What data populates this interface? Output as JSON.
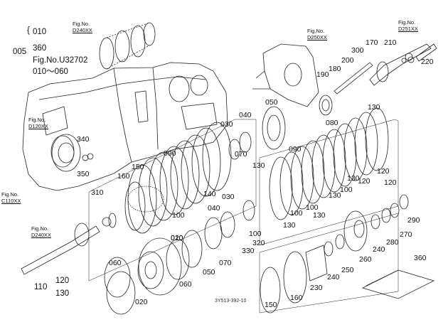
{
  "diagram_code": "3Y513-392-10",
  "top_left_block": {
    "line1": "010",
    "line2": "360",
    "line3": "Fig.No.U32702",
    "line4": "010～060",
    "prefix": "005"
  },
  "bottom_left_block": {
    "line1": "120",
    "line2": "130",
    "prefix": "110"
  },
  "fig_refs": [
    {
      "label": "Fig.No.",
      "code": "D240XX"
    },
    {
      "label": "Fig.No.",
      "code": "D250XX"
    },
    {
      "label": "Fig.No.",
      "code": "D251XX"
    },
    {
      "label": "Fig.No.",
      "code": "D120XX"
    },
    {
      "label": "Fig.No.",
      "code": "C110XX"
    },
    {
      "label": "Fig.No.",
      "code": "D240XX"
    }
  ],
  "callouts": [
    "010",
    "020",
    "020",
    "030",
    "030",
    "040",
    "040",
    "050",
    "050",
    "060",
    "060",
    "070",
    "070",
    "080",
    "090",
    "090",
    "100",
    "100",
    "100",
    "100",
    "100",
    "120",
    "120",
    "120",
    "130",
    "130",
    "130",
    "130",
    "130",
    "130",
    "140",
    "150",
    "150",
    "160",
    "160",
    "170",
    "180",
    "190",
    "200",
    "210",
    "220",
    "230",
    "240",
    "240",
    "250",
    "260",
    "270",
    "280",
    "290",
    "300",
    "310",
    "320",
    "330",
    "340",
    "350",
    "360"
  ]
}
